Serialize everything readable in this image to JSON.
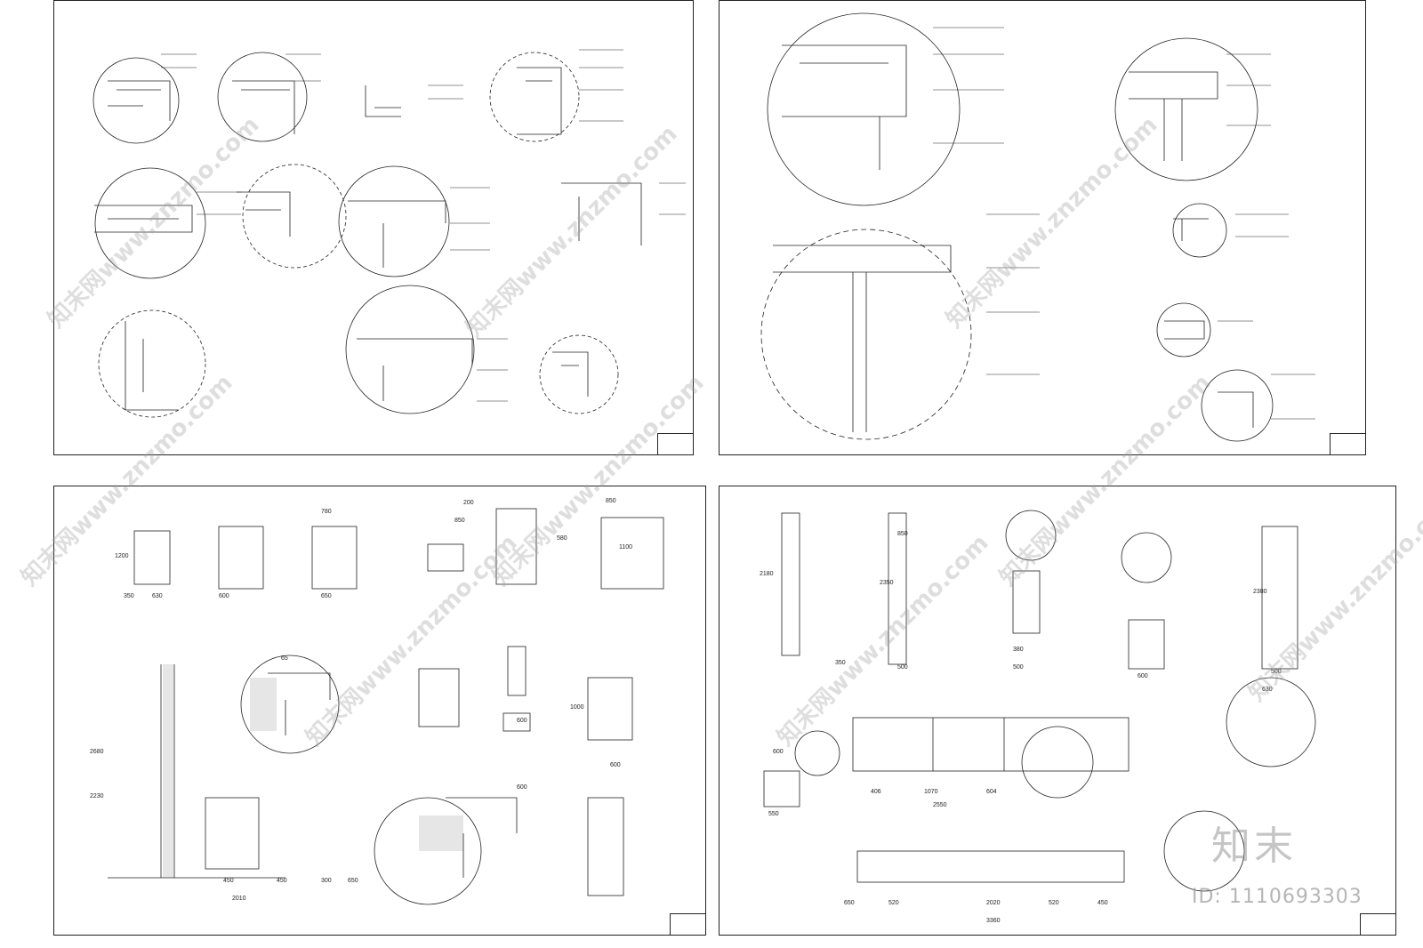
{
  "sheets": [
    {
      "id": "detail-sheet-1",
      "title": "",
      "caption": ""
    },
    {
      "id": "detail-sheet-2",
      "title": "",
      "caption": ""
    },
    {
      "id": "elevation-sheet-1",
      "title": "",
      "caption": ""
    },
    {
      "id": "elevation-sheet-2",
      "title": "",
      "caption": ""
    }
  ],
  "dimensions": {
    "sheet3": [
      "350",
      "630",
      "780",
      "650",
      "1200",
      "600",
      "450",
      "450",
      "300",
      "650",
      "2010",
      "2680",
      "2230",
      "850",
      "1100",
      "65",
      "200",
      "850",
      "600",
      "580",
      "600",
      "1000",
      "600"
    ],
    "sheet4": [
      "2180",
      "2350",
      "850",
      "500",
      "380",
      "500",
      "600",
      "500",
      "2380",
      "630",
      "406",
      "1070",
      "604",
      "2550",
      "650",
      "520",
      "2020",
      "520",
      "450",
      "3360",
      "600",
      "550",
      "350"
    ]
  },
  "watermark": {
    "text": "知末网www.znzmo.com"
  },
  "brand": {
    "logo": "知末",
    "id_label": "ID: 1110693303"
  },
  "colors": {
    "line": "#222222",
    "hatch": "#555555",
    "watermark": "#a0a0a0"
  }
}
